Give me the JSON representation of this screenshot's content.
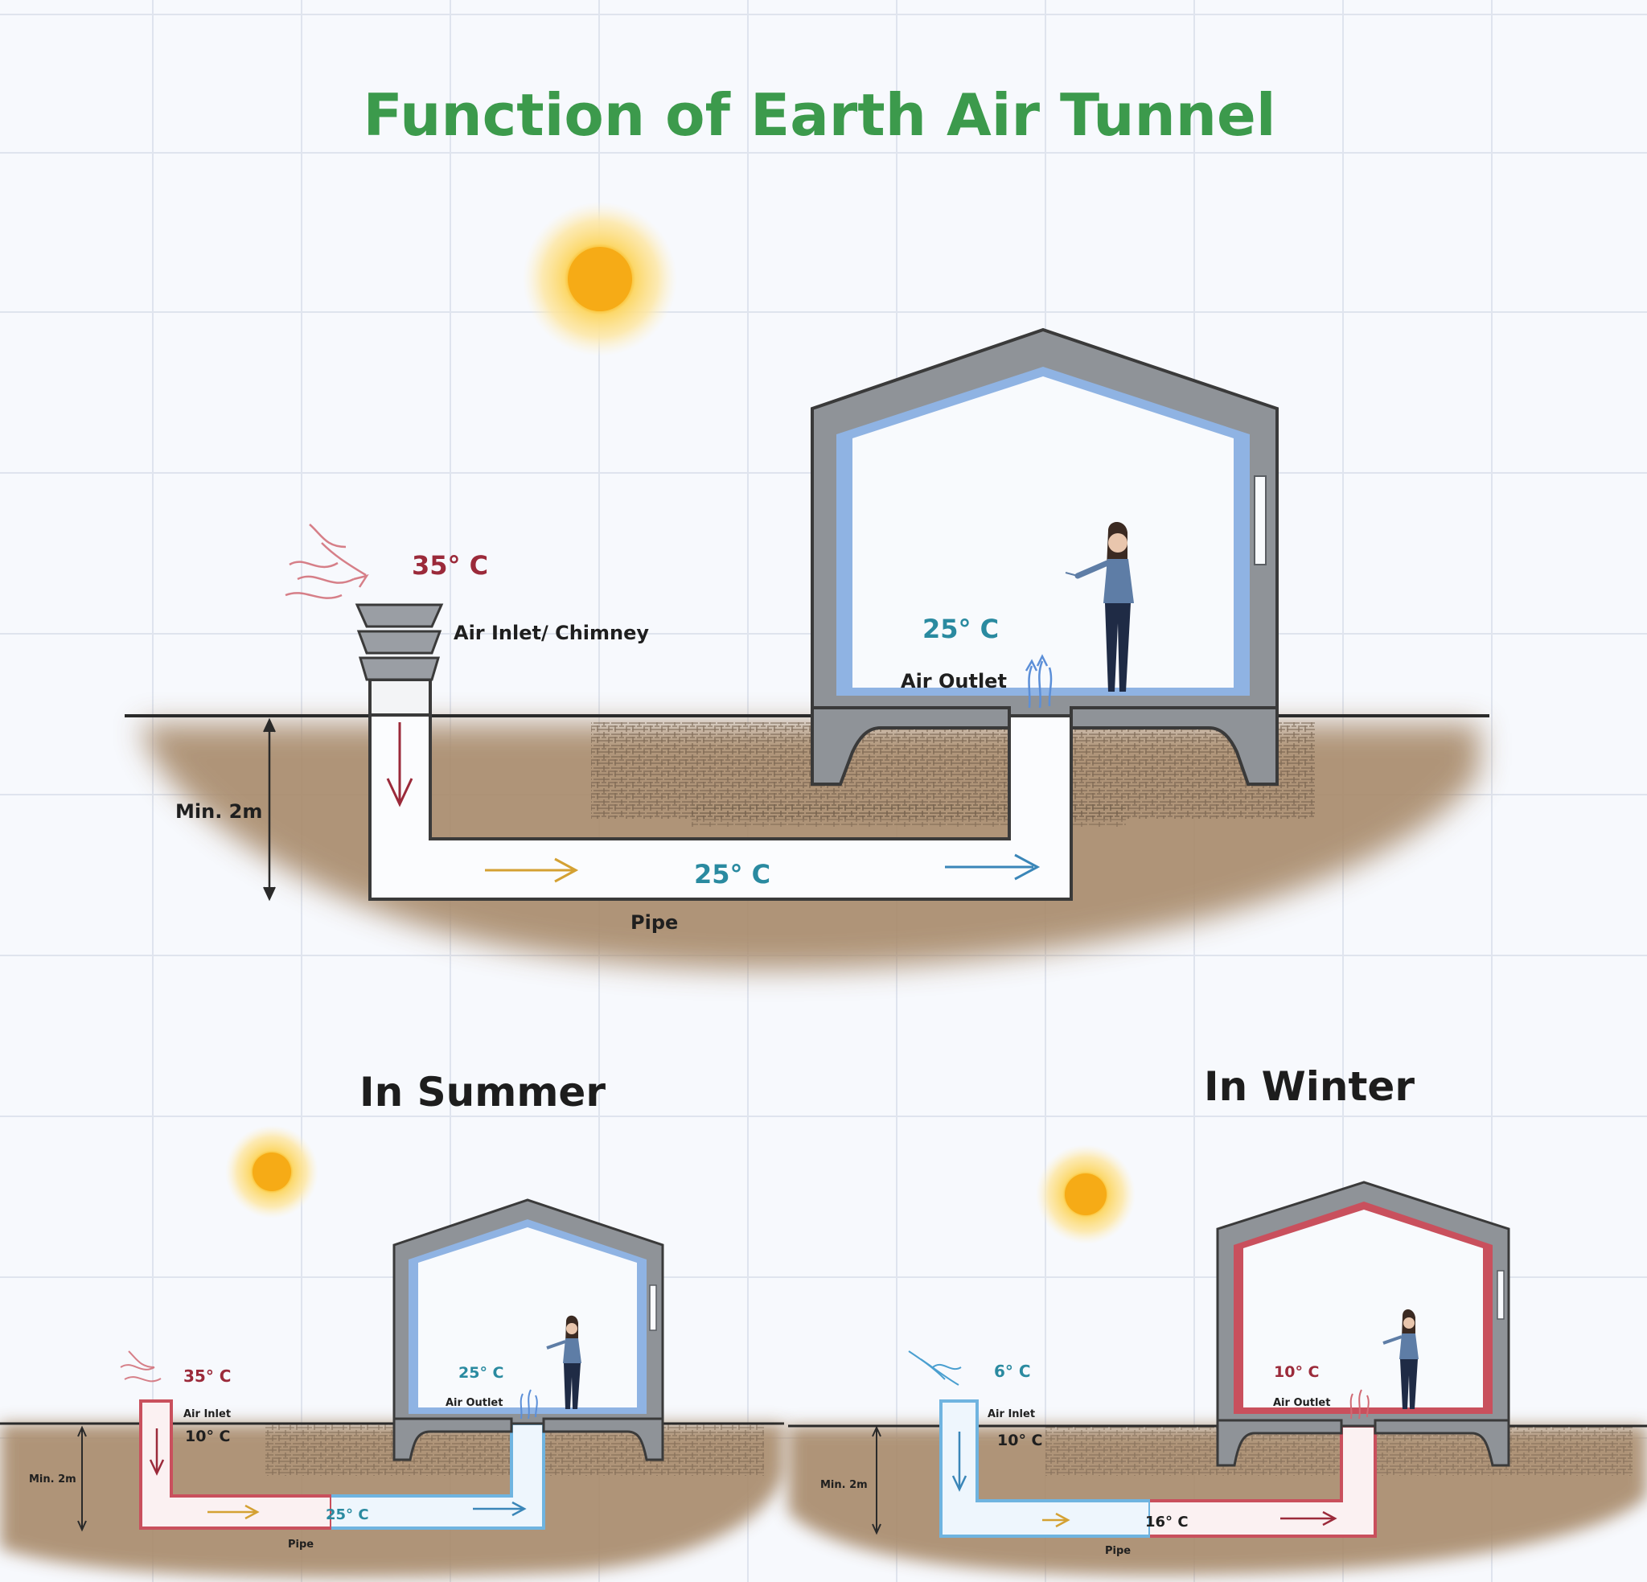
{
  "title": "Function of Earth Air Tunnel",
  "main": {
    "inlet_temp": "35° C",
    "inlet_label": "Air Inlet/ Chimney",
    "room_temp": "25° C",
    "outlet_label": "Air Outlet",
    "pipe_temp": "25° C",
    "depth_label": "Min. 2m",
    "pipe_label": "Pipe"
  },
  "summer": {
    "heading": "In Summer",
    "inlet_temp": "35° C",
    "inlet_label": "Air Inlet",
    "ground_temp": "10° C",
    "room_temp": "25° C",
    "outlet_label": "Air Outlet",
    "pipe_temp": "25° C",
    "depth_label": "Min. 2m",
    "pipe_label": "Pipe"
  },
  "winter": {
    "heading": "In Winter",
    "inlet_temp": "6° C",
    "inlet_label": "Air Inlet",
    "ground_temp": "10° C",
    "room_temp": "10° C",
    "outlet_label": "Air Outlet",
    "pipe_temp": "16° C",
    "depth_label": "Min. 2m",
    "pipe_label": "Pipe"
  },
  "colors": {
    "title": "#3c9a4c",
    "hot": "#9b2a3a",
    "cool": "#2a8aa0",
    "soil": "#a88a6b",
    "wall": "#8f9398",
    "cool_wall": "#8fb3e3",
    "warm_wall": "#c9505d",
    "sun": "#f5b51c"
  }
}
